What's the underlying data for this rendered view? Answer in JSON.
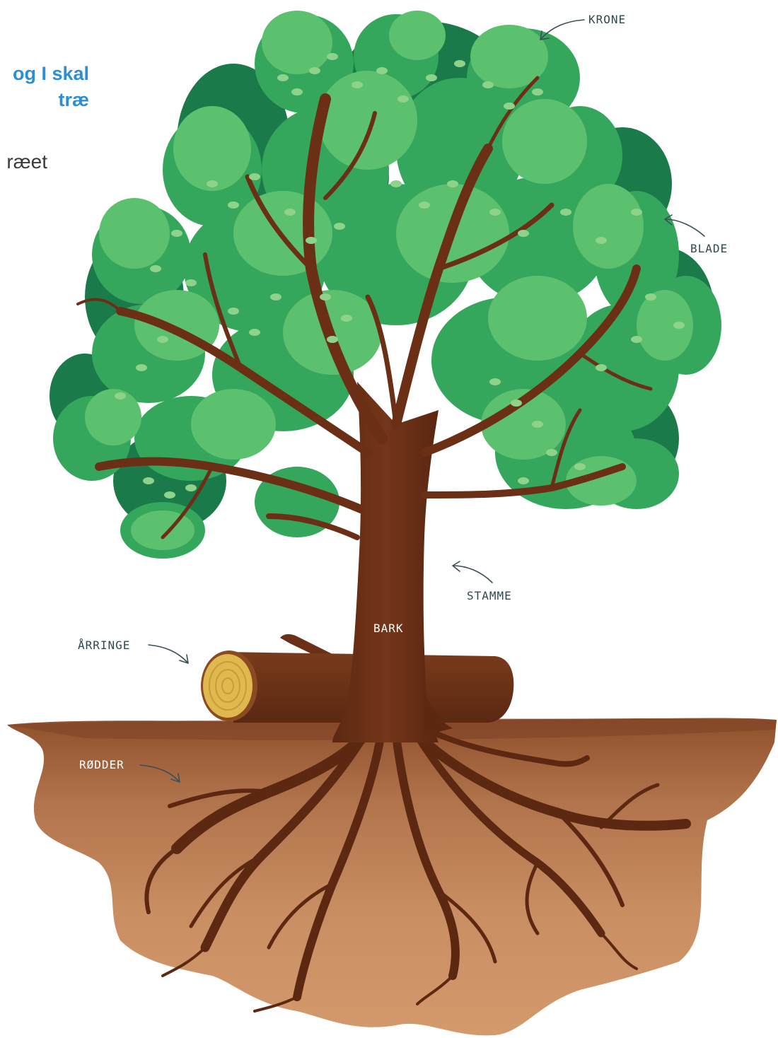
{
  "intro": {
    "heading_line1": "og I skal",
    "heading_line2": "træ",
    "body_fragment": "ræet"
  },
  "labels": {
    "crown": "KRONE",
    "leaves": "BLADE",
    "trunk": "STAMME",
    "bark": "BARK",
    "growth_rings": "ÅRRINGE",
    "roots": "RØDDER"
  },
  "colors": {
    "heading": "#2a8fd6",
    "leaf_dark": "#1a7a4a",
    "leaf_mid": "#35a75c",
    "leaf_light": "#5cc16e",
    "leaf_spot": "#8fd38a",
    "trunk": "#6b2f16",
    "soil_top": "#9a5a36",
    "soil_bottom": "#d09468",
    "log_face": "#e0b850"
  }
}
